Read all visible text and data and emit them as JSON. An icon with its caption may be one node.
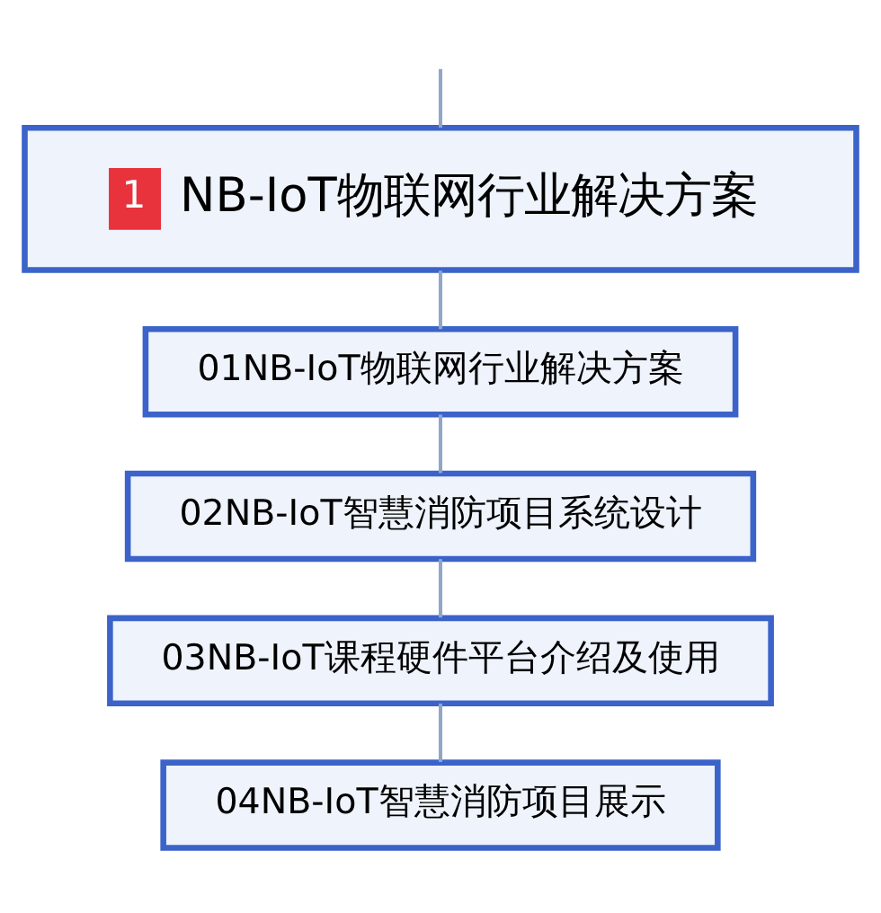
{
  "diagram": {
    "nodes": [
      {
        "text": [
          "1",
          "NB-IoT物联网行业解决方案"
        ]
      },
      {
        "text": [
          "01NB-IoT物联网行业解决方案"
        ]
      },
      {
        "text": [
          "02NB-IoT智慧消防项目系统设计"
        ]
      },
      {
        "text": [
          "03NB-IoT课程硬件平台介绍及使用"
        ]
      },
      {
        "text": [
          "04NB-IoT智慧消防项目展示"
        ]
      }
    ],
    "edges": [
      {
        "from": 0,
        "to": null,
        "arrow": "none"
      },
      {
        "from": 0,
        "to": 1,
        "arrow": "none"
      },
      {
        "from": 1,
        "to": 2,
        "arrow": "none"
      },
      {
        "from": 2,
        "to": 3,
        "arrow": "none"
      },
      {
        "from": 3,
        "to": 4,
        "arrow": "none"
      }
    ]
  }
}
